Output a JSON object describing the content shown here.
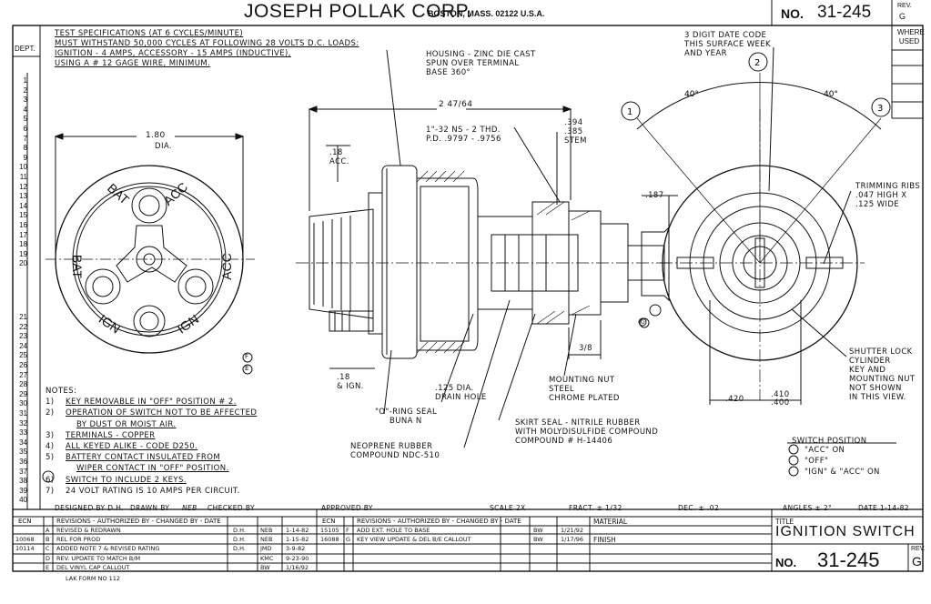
{
  "header": {
    "company": "JOSEPH POLLAK CORP.",
    "address": "BOSTON, MASS. 02122 U.S.A.",
    "no_label": "NO.",
    "drawing_no": "31-245",
    "rev_label": "REV.",
    "rev_value": "G",
    "where_used": "WHERE USED",
    "dept": "DEPT."
  },
  "row_numbers": [
    "1",
    "2",
    "3",
    "4",
    "5",
    "6",
    "7",
    "8",
    "9",
    "10",
    "11",
    "12",
    "13",
    "14",
    "15",
    "16",
    "17",
    "18",
    "19",
    "20",
    "21",
    "22",
    "23",
    "24",
    "25",
    "26",
    "27",
    "28",
    "29",
    "30",
    "31",
    "32",
    "33",
    "34",
    "35",
    "36",
    "37",
    "38",
    "39",
    "40"
  ],
  "test_specs": [
    "TEST SPECIFICATIONS (AT 6 CYCLES/MINUTE)",
    "MUST WITHSTAND 50,000 CYCLES AT FOLLOWING 28 VOLTS D.C. LOADS:",
    "IGNITION - 4 AMPS, ACCESSORY - 15 AMPS (INDUCTIVE),",
    "USING A # 12 GAGE WIRE, MINIMUM."
  ],
  "face_view": {
    "diameter": "1.80",
    "dia": "DIA.",
    "terminals": [
      "BAT",
      "ACC",
      "BAT",
      "ACC",
      "IGN",
      "IGN"
    ],
    "marks": [
      "F",
      "E"
    ]
  },
  "section_view": {
    "housing": [
      "HOUSING - ZINC DIE CAST",
      "SPUN OVER TERMINAL",
      "BASE 360°"
    ],
    "overall_length": "2 47/64",
    "thread": [
      "1\"-32 NS - 2 THD.",
      "P.D. .9797 - .9756"
    ],
    "stem": [
      ".394",
      ".385",
      "STEM"
    ],
    "acc_dim": [
      ".18",
      "ACC."
    ],
    "ign_dim": [
      ".18",
      "& IGN."
    ],
    "dim_187": ".187",
    "dim_3_8": "3/8",
    "oring": [
      "\"O\"-RING SEAL",
      "BUNA N"
    ],
    "drain": [
      ".125 DIA.",
      "DRAIN HOLE"
    ],
    "nut": [
      "MOUNTING NUT",
      "STEEL",
      "CHROME PLATED"
    ],
    "skirt": [
      "SKIRT SEAL - NITRILE RUBBER",
      "WITH MOLYDISULFIDE COMPOUND",
      "COMPOUND # H-14406"
    ],
    "neoprene": [
      "NEOPRENE RUBBER",
      "COMPOUND NDC-510"
    ],
    "circle_g": "G"
  },
  "front_view": {
    "date_code": [
      "3 DIGIT DATE CODE",
      "THIS SURFACE WEEK",
      "AND YEAR"
    ],
    "positions": [
      "1",
      "2",
      "3"
    ],
    "angles": [
      "40°",
      "40°"
    ],
    "trimming": [
      "TRIMMING RIBS",
      ".047 HIGH x",
      ".125 WIDE"
    ],
    "shutter": [
      "SHUTTER LOCK",
      "CYLINDER",
      "KEY AND",
      "MOUNTING NUT",
      "NOT SHOWN",
      "IN THIS VIEW."
    ],
    "dim_420": ".420",
    "dim_410": [
      ".410",
      ".400"
    ],
    "switch_position_title": "SWITCH POSITION",
    "switch_positions": [
      "\"ACC\" ON",
      "\"OFF\"",
      "\"IGN\" & \"ACC\" ON"
    ]
  },
  "notes": {
    "title": "NOTES:",
    "items": [
      {
        "n": "1)",
        "text": "KEY REMOVABLE IN \"OFF\" POSITION # 2."
      },
      {
        "n": "2)",
        "text": "OPERATION OF SWITCH NOT TO BE AFFECTED"
      },
      {
        "n": "",
        "text": "BY DUST OR MOIST AIR."
      },
      {
        "n": "3)",
        "text": "TERMINALS - COPPER"
      },
      {
        "n": "4)",
        "text": "ALL KEYED ALIKE - CODE D250."
      },
      {
        "n": "5)",
        "text": "BATTERY CONTACT INSULATED FROM"
      },
      {
        "n": "",
        "text": "WIPER CONTACT IN \"OFF\" POSITION."
      },
      {
        "n": "6)",
        "text": "SWITCH TO INCLUDE 2 KEYS."
      },
      {
        "n": "7)",
        "text": "24 VOLT RATING IS 10 AMPS PER CIRCUIT."
      }
    ]
  },
  "title_block": {
    "designed_by": "DESIGNED BY D.H.",
    "drawn_by": "DRAWN BY",
    "drawn_initials": "NEB",
    "checked_by": "CHECKED BY",
    "approved_by": "APPROVED BY",
    "scale": "SCALE 2X",
    "fract": "FRACT. ± 1/32",
    "dec": "DEC. ± .02",
    "angles": "ANGLES ± 2°",
    "date": "DATE 1-14-82",
    "rev_headers": [
      "ECN",
      "REVISIONS - AUTHORIZED BY - CHANGED BY - DATE"
    ],
    "revisions_left": [
      {
        "ecn": "",
        "l": "A",
        "desc": "REVISED & REDRAWN",
        "auth": "D.H.",
        "chg": "NEB",
        "date": "1-14-82"
      },
      {
        "ecn": "10068",
        "l": "B",
        "desc": "REL FOR PROD",
        "auth": "D.H.",
        "chg": "NEB",
        "date": "1-15-82"
      },
      {
        "ecn": "10114",
        "l": "C",
        "desc": "ADDED NOTE 7 & REVISED RATING",
        "auth": "D.H.",
        "chg": "JMD",
        "date": "3-9-82"
      },
      {
        "ecn": "",
        "l": "D",
        "desc": "REV. UPDATE TO MATCH B/M",
        "auth": "",
        "chg": "KMC",
        "date": "9-23-90"
      },
      {
        "ecn": "",
        "l": "E",
        "desc": "DEL VINYL CAP CALLOUT",
        "auth": "",
        "chg": "BW",
        "date": "1/16/92"
      }
    ],
    "revisions_right": [
      {
        "ecn": "15105",
        "l": "F",
        "desc": "ADD EXT. HOLE TO BASE",
        "auth": "",
        "chg": "BW",
        "date": "1/21/92"
      },
      {
        "ecn": "16088",
        "l": "G",
        "desc": "KEY VIEW UPDATE & DEL B/E CALLOUT",
        "auth": "",
        "chg": "BW",
        "date": "1/17/96"
      }
    ],
    "material": "MATERIAL",
    "finish": "FINISH",
    "title_label": "TITLE",
    "title": "IGNITION SWITCH",
    "no_label": "NO.",
    "drawing_no": "31-245",
    "rev_label": "REV.",
    "rev_value": "G",
    "form": "LAK FORM NO 112"
  }
}
